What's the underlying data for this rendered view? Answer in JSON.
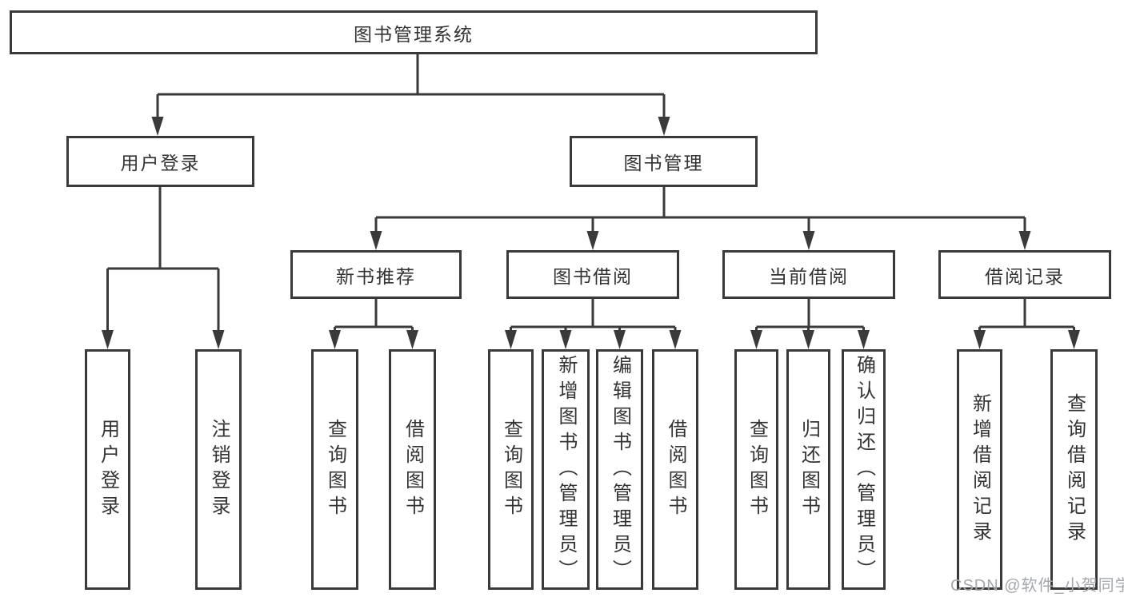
{
  "diagram": {
    "title": "图书管理系统",
    "root": {
      "label": "图书管理系统"
    },
    "level1": [
      {
        "label": "用户登录"
      },
      {
        "label": "图书管理"
      }
    ],
    "level2": [
      {
        "label": "新书推荐"
      },
      {
        "label": "图书借阅"
      },
      {
        "label": "当前借阅"
      },
      {
        "label": "借阅记录"
      }
    ],
    "leaves": [
      {
        "label": "用户登录"
      },
      {
        "label": "注销登录"
      },
      {
        "label": "查询图书"
      },
      {
        "label": "借阅图书"
      },
      {
        "label": "查询图书"
      },
      {
        "label": "新增图书（管理员）"
      },
      {
        "label": "编辑图书（管理员）"
      },
      {
        "label": "借阅图书"
      },
      {
        "label": "查询图书"
      },
      {
        "label": "归还图书"
      },
      {
        "label": "确认归还（管理员）"
      },
      {
        "label": "新增借阅记录"
      },
      {
        "label": "查询借阅记录"
      }
    ]
  },
  "watermark": {
    "text": "CSDN @软件_小贺同学",
    "color": "#a4a8ad"
  },
  "colors": {
    "line": "#3a3a3a",
    "box_border": "#3a3a3a",
    "text": "#333333",
    "background": "#ffffff"
  }
}
